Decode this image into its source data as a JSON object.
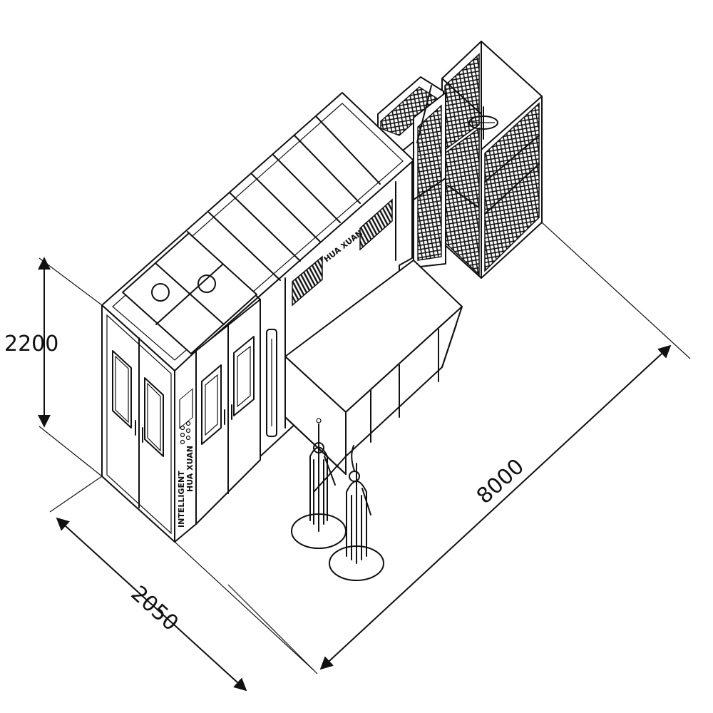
{
  "diagram": {
    "dimensions": {
      "height": "2200",
      "width": "2050",
      "length": "8000"
    },
    "labels": {
      "brand_roof": "HUA XUAN",
      "brand_panel": "HUA XUAN",
      "brand_panel_sub": "INTELLIGENT"
    },
    "colors": {
      "line": "#111111",
      "background": "#ffffff"
    }
  }
}
